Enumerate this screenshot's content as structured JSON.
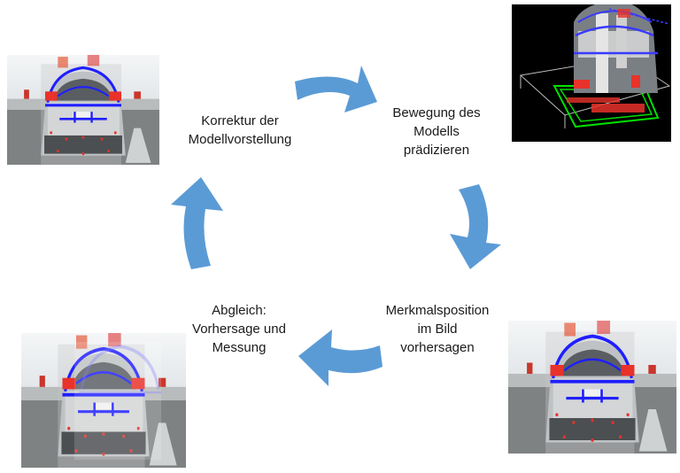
{
  "steps": {
    "correction": {
      "lines": [
        "Korrektur der",
        "Modellvorstellung"
      ]
    },
    "predict_motion": {
      "lines": [
        "Bewegung des",
        "Modells",
        "prädizieren"
      ]
    },
    "predict_features": {
      "lines": [
        "Merkmalsposition",
        "im Bild",
        "vorhersagen"
      ]
    },
    "matching": {
      "lines": [
        "Abgleich:",
        "Vorhersage und",
        "Messung"
      ]
    }
  },
  "colors": {
    "arrow": "#5b9bd5",
    "model_wire": "#1f1fff",
    "features": "#e8322a",
    "ground_box": "#00e000",
    "render_bg": "#000000"
  },
  "images": {
    "top_left": "car-rear-photo-with-model-overlay",
    "top_right": "3d-model-render",
    "bottom_right": "car-rear-photo-with-model-overlay",
    "bottom_left": "car-rear-photo-with-double-model-overlay"
  }
}
